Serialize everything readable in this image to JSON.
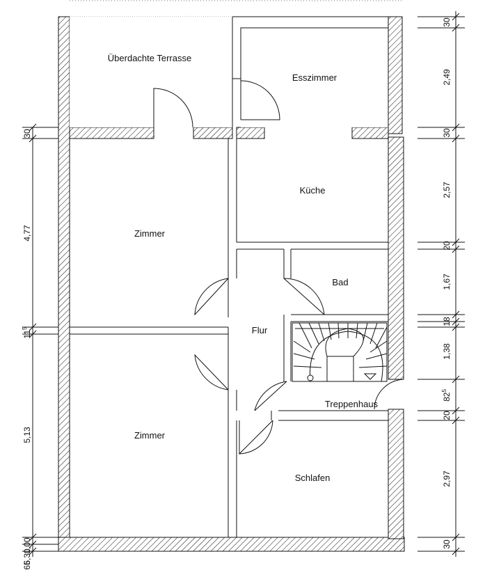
{
  "rooms": {
    "terrace": "Überdachte Terrasse",
    "dining": "Esszimmer",
    "kitchen": "Küche",
    "room_upper": "Zimmer",
    "room_lower": "Zimmer",
    "hall": "Flur",
    "bath": "Bad",
    "stairwell": "Treppenhaus",
    "bedroom": "Schlafen"
  },
  "dims_left": {
    "d30": "30",
    "d477": "4,77",
    "d11": "11",
    "d11_sup": "5",
    "d513": "5,13",
    "d100": "1,00",
    "d630": "6,30",
    "d65": "65"
  },
  "dims_right": {
    "r30a": "30",
    "r249": "2,49",
    "r30b": "30",
    "r257": "2,57",
    "r20a": "20",
    "r167": "1,67",
    "r18": "18",
    "r138": "1,38",
    "r82": "82",
    "r82_sup": "5",
    "r20b": "20",
    "r297": "2,97",
    "r30c": "30"
  }
}
